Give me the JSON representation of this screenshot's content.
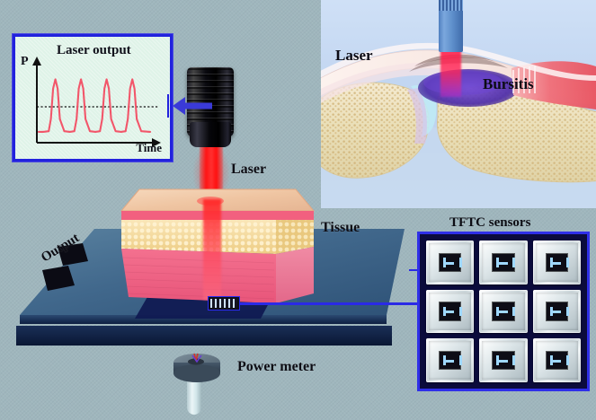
{
  "figure": {
    "background_color": "#9fb6bd",
    "description": "Schematic of laser irradiation on a multilayer tissue phantom with thin-film thermocouple (TFTC) sensor array, power meter, and inset illustration of laser treatment of bursitis in a joint."
  },
  "chart_data": {
    "type": "line",
    "title": "Laser output",
    "xlabel": "Time",
    "ylabel": "P",
    "grid": false,
    "legend": "none",
    "annotations": [
      "dotted horizontal threshold line"
    ],
    "threshold": 0.5,
    "xlim": [
      0,
      100
    ],
    "ylim": [
      0,
      1
    ],
    "series": [
      {
        "name": "Laser output power",
        "color": "#f2566a",
        "x": [
          0,
          4,
          9,
          11,
          13,
          15,
          17,
          19,
          23,
          28,
          32,
          34,
          36,
          38,
          40,
          42,
          46,
          51,
          55,
          57,
          59,
          61,
          63,
          65,
          69,
          74,
          78,
          80,
          82,
          84,
          86,
          88,
          92,
          100
        ],
        "y": [
          0.09,
          0.09,
          0.1,
          0.3,
          0.8,
          0.95,
          0.8,
          0.3,
          0.1,
          0.09,
          0.1,
          0.3,
          0.8,
          0.95,
          0.8,
          0.3,
          0.1,
          0.09,
          0.1,
          0.3,
          0.8,
          0.95,
          0.8,
          0.3,
          0.1,
          0.09,
          0.1,
          0.3,
          0.8,
          0.95,
          0.8,
          0.3,
          0.1,
          0.09
        ]
      }
    ],
    "pulse_count": 4
  },
  "labels": {
    "laser": "Laser",
    "tissue": "Tissue",
    "output": "Output",
    "power_meter": "Power meter",
    "tftc_sensors": "TFTC sensors",
    "chart_title": "Laser output",
    "chart_y": "P",
    "chart_x": "Time"
  },
  "inset": {
    "laser_label": "Laser",
    "bursitis_label": "Bursitis",
    "background_color": "#bed3ef",
    "bone_color": "#e9ddb4",
    "bursa_color": "#5b3ab5",
    "beam_color": "#ff1e3c"
  },
  "tftc": {
    "title": "TFTC sensors",
    "rows": 3,
    "columns": 3,
    "cell_count": 9,
    "border_color": "#2f2fe8",
    "panel_color": "#0b0b3c",
    "cells": [
      {
        "id": "tftc-1-1"
      },
      {
        "id": "tftc-1-2"
      },
      {
        "id": "tftc-1-3"
      },
      {
        "id": "tftc-2-1"
      },
      {
        "id": "tftc-2-2"
      },
      {
        "id": "tftc-2-3"
      },
      {
        "id": "tftc-3-1"
      },
      {
        "id": "tftc-3-2"
      },
      {
        "id": "tftc-3-3"
      }
    ]
  },
  "tissue_layers": [
    {
      "name": "skin-surface",
      "color": "#f0c9a8"
    },
    {
      "name": "epidermis-band",
      "color": "#f2607f"
    },
    {
      "name": "fat-layer",
      "color": "#f2d48a"
    },
    {
      "name": "muscle-layer",
      "color": "#ef5d84"
    }
  ],
  "colors": {
    "accent_blue": "#2222dd",
    "laser_red": "#ff1414",
    "stage_blue": "#3e6d98",
    "stage_dark": "#10244a"
  }
}
